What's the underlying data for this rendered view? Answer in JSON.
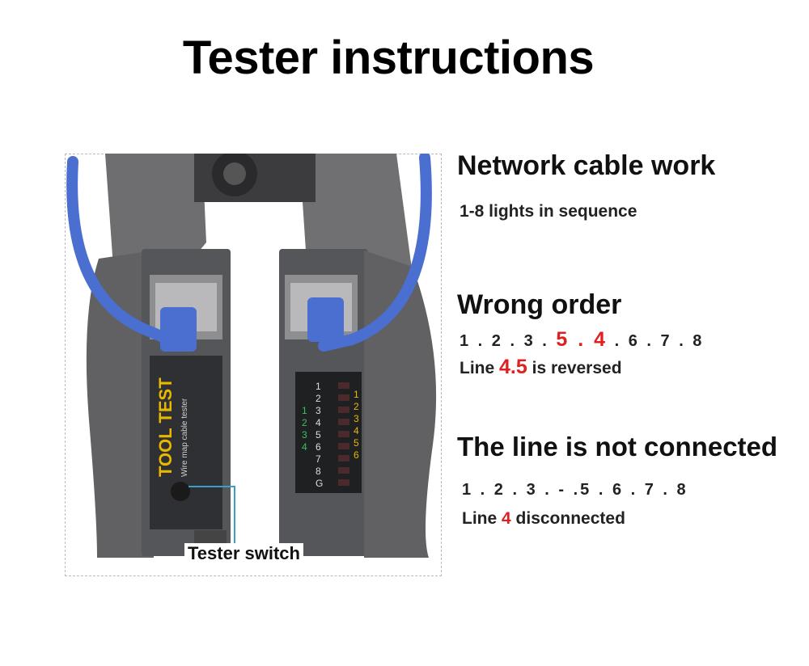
{
  "title": "Tester instructions",
  "device": {
    "brand": "TOOL TEST",
    "subtitle": "Wire map cable tester",
    "left_column_labels": [
      "1",
      "2",
      "3",
      "4",
      "5",
      "6",
      "7",
      "8",
      "G"
    ],
    "green_labels": [
      "1",
      "2",
      "3",
      "4"
    ],
    "yellow_labels": [
      "1",
      "2",
      "3",
      "4",
      "5",
      "6"
    ]
  },
  "callout": {
    "label": "Tester switch"
  },
  "sections": {
    "network": {
      "heading": "Network cable work",
      "detail": "1-8 lights in sequence"
    },
    "wrong": {
      "heading": "Wrong order",
      "seq_prefix": "1 . 2 . 3 . ",
      "seq_highlight": "5 . 4",
      "seq_suffix": " . 6 . 7 . 8",
      "line_prefix": "Line ",
      "line_highlight": "4.5",
      "line_suffix": " is reversed"
    },
    "notconnected": {
      "heading": "The line is not connected",
      "seq": "1 . 2 . 3 . - .5 . 6 . 7 . 8",
      "line_prefix": "Line ",
      "line_highlight": "4",
      "line_suffix": " disconnected"
    }
  },
  "colors": {
    "accent_red": "#e02020",
    "cable_blue": "#4a6fd0",
    "device_gray": "#5c5c5c",
    "callout_line": "#3aa0c8"
  }
}
